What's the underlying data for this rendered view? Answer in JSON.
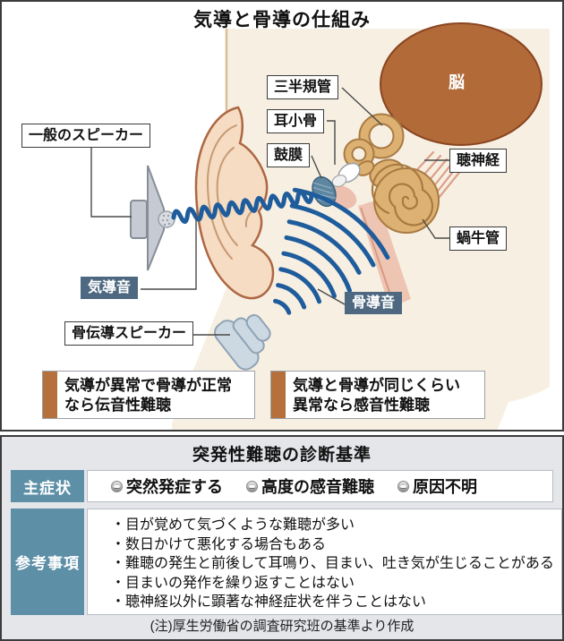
{
  "diagram": {
    "title": "気導と骨導の仕組み",
    "labels": {
      "semicircular_canals": "三半規管",
      "ossicles": "耳小骨",
      "eardrum": "鼓膜",
      "brain": "脳",
      "auditory_nerve": "聴神経",
      "cochlear_duct": "蝸牛管",
      "general_speaker": "一般のスピーカー",
      "air_conduction_sound": "気導音",
      "bone_conduction_speaker": "骨伝導スピーカー",
      "bone_conduction_sound": "骨導音"
    },
    "notes": [
      {
        "line1": "気導が異常で骨導が正常",
        "line2": "なら伝音性難聴"
      },
      {
        "line1": "気導と骨導が同じくらい",
        "line2": "異常なら感音性難聴"
      }
    ]
  },
  "criteria": {
    "title": "突発性難聴の診断基準",
    "main_label": "主症状",
    "main_items": [
      "突然発症する",
      "高度の感音難聴",
      "原因不明"
    ],
    "ref_label": "参考事項",
    "ref_items": [
      "・目が覚めて気づくような難聴が多い",
      "・数日かけて悪化する場合もある",
      "・難聴の発生と前後して耳鳴り、目まい、吐き気が生じることがある",
      "・目まいの発作を繰り返すことはない",
      "・聴神経以外に顕著な神経症状を伴うことはない"
    ],
    "footnote": "(注)厚生労働省の調査研究班の基準より作成"
  },
  "colors": {
    "slate": "#4d6880",
    "teal": "#5d8fa7",
    "accentbar": "#b5703c",
    "wave": "#1f5c9c",
    "brain": "#b16a38",
    "beige": "#f7f0e2",
    "skin": "#f5dcc2",
    "tan": "#ddb172",
    "tanline": "#a87a42",
    "panel": "#e4e6ea",
    "pink": "#ecbfae"
  }
}
